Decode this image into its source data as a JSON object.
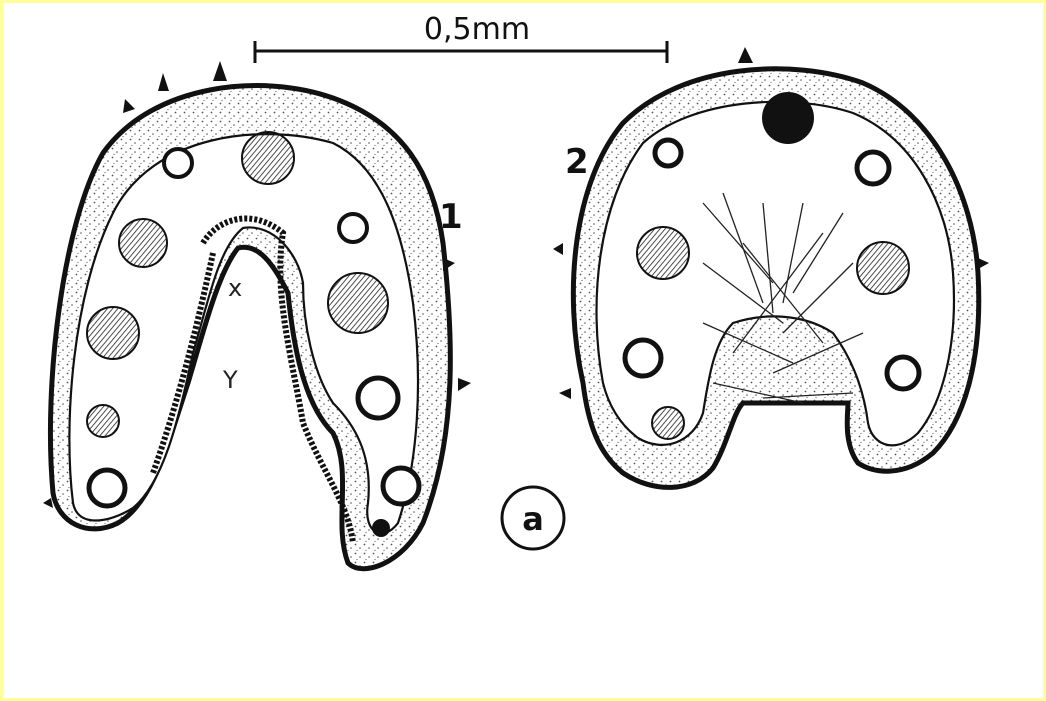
{
  "scale_bar": {
    "label": "0,5mm"
  },
  "figures": [
    {
      "number": "1",
      "inner_labels": [
        "x",
        "Y"
      ]
    },
    {
      "number": "2"
    }
  ],
  "panel_label": "a",
  "colors": {
    "border": "#ffff99",
    "ink": "#111111",
    "stipple": "#555555"
  }
}
